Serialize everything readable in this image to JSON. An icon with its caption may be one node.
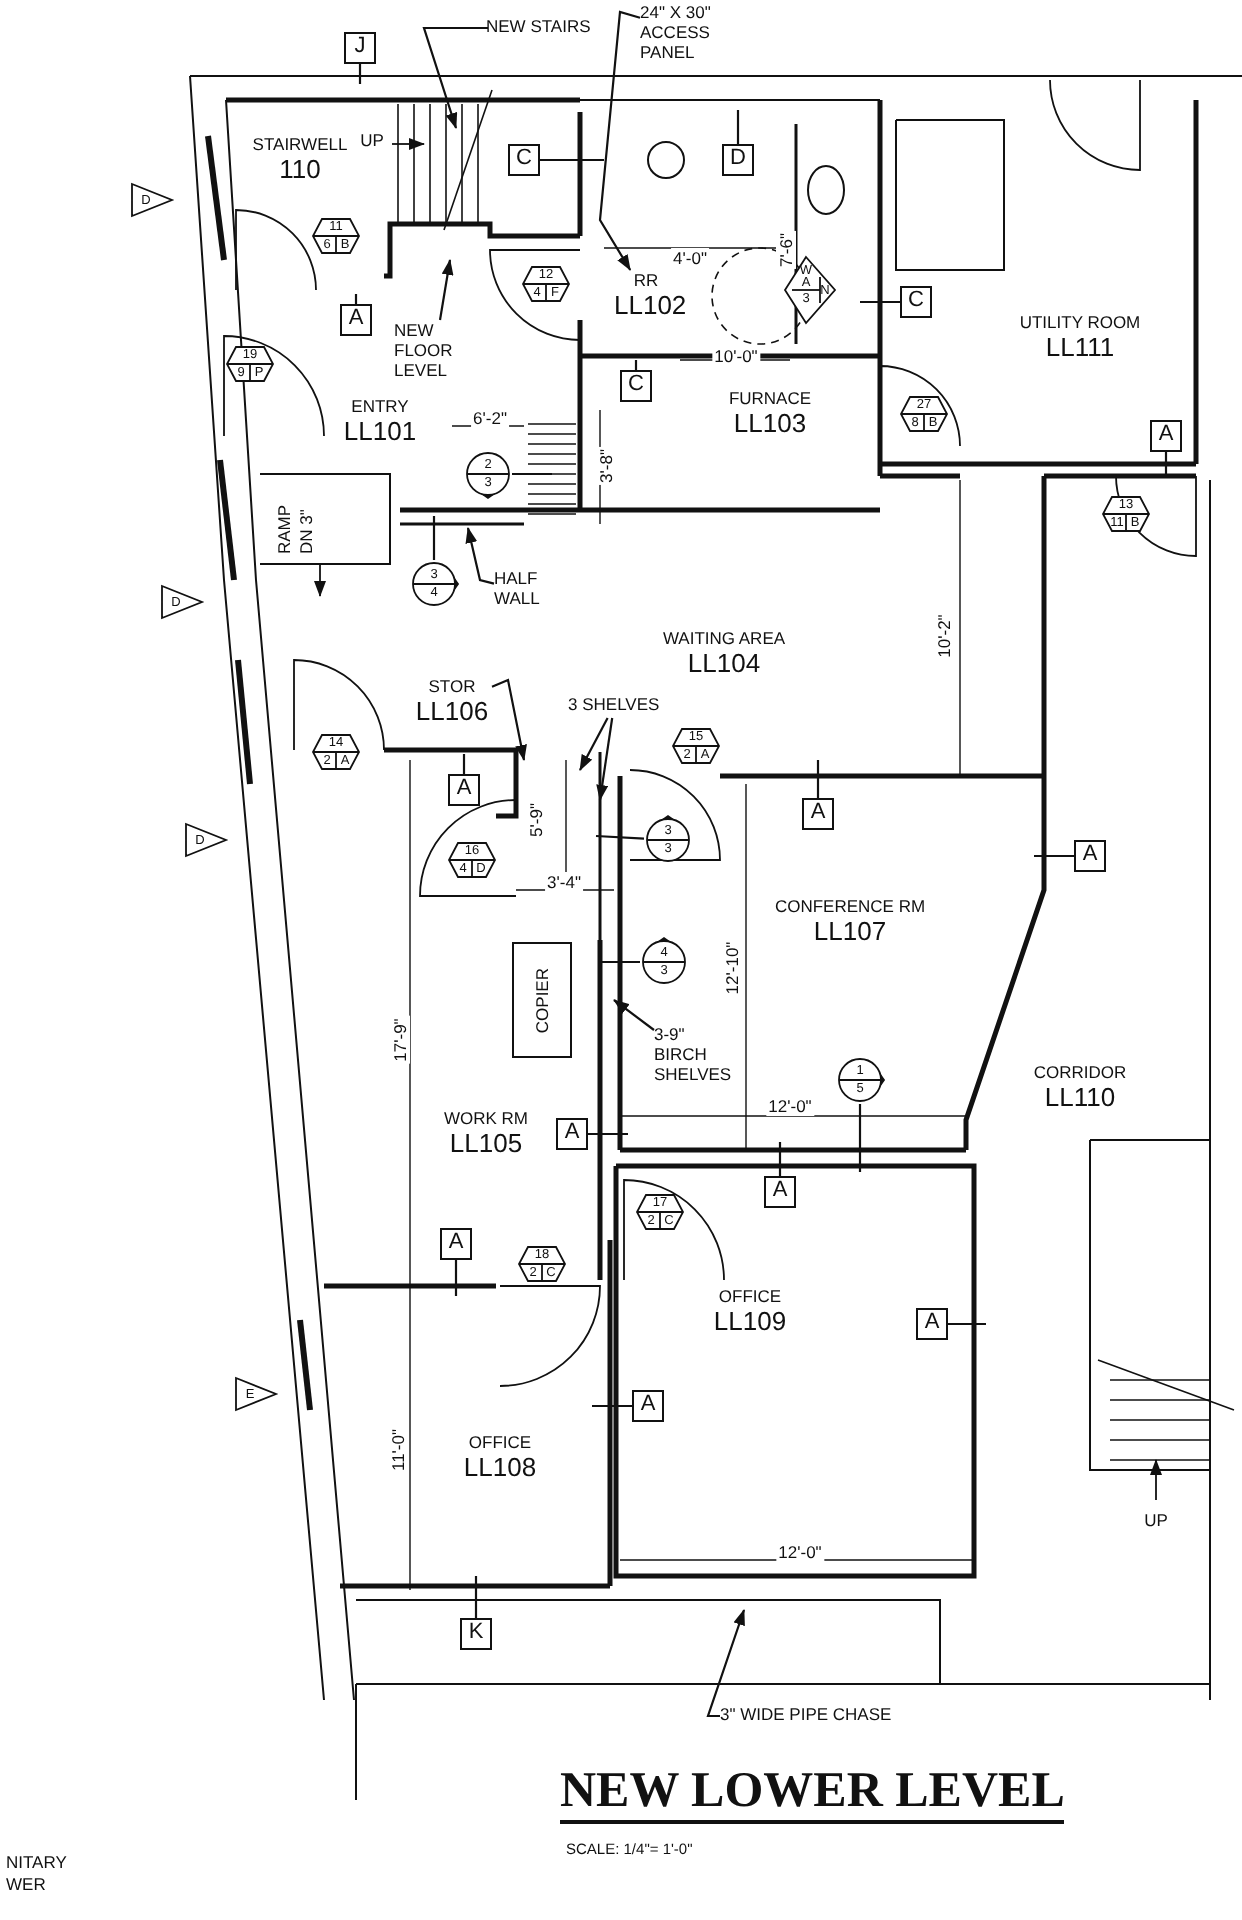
{
  "diagram": {
    "title": "NEW LOWER LEVEL",
    "caption": "SCALE: 1/4\"= 1'-0\"",
    "nodes": [
      {
        "text": [
          "J"
        ]
      },
      {
        "text": [
          "NEW STAIRS"
        ]
      },
      {
        "text": [
          "24\" X 30\" ACCESS PANEL"
        ]
      },
      {
        "text": [
          "STAIRWELL",
          "110"
        ]
      },
      {
        "text": [
          "C"
        ]
      },
      {
        "text": [
          "D"
        ]
      },
      {
        "text": [
          "D"
        ]
      },
      {
        "text": [
          "11",
          "6",
          "B"
        ]
      },
      {
        "text": [
          "A"
        ]
      },
      {
        "text": [
          "12",
          "4",
          "F"
        ]
      },
      {
        "text": [
          "RR",
          "LL102"
        ]
      },
      {
        "text": [
          "W",
          "A",
          "3",
          "N"
        ]
      },
      {
        "text": [
          "C"
        ]
      },
      {
        "text": [
          "UTILITY ROOM",
          "LL111"
        ]
      },
      {
        "text": [
          "NEW FLOOR LEVEL"
        ]
      },
      {
        "text": [
          "19",
          "9",
          "P"
        ]
      },
      {
        "text": [
          "C"
        ]
      },
      {
        "text": [
          "ENTRY",
          "LL101"
        ]
      },
      {
        "text": [
          "FURNACE",
          "LL103"
        ]
      },
      {
        "text": [
          "27",
          "8",
          "B"
        ]
      },
      {
        "text": [
          "A"
        ]
      },
      {
        "text": [
          "13",
          "11",
          "B"
        ]
      },
      {
        "text": [
          "2",
          "3"
        ]
      },
      {
        "text": [
          "3",
          "4"
        ]
      },
      {
        "text": [
          "HALF WALL"
        ]
      },
      {
        "text": [
          "D"
        ]
      },
      {
        "text": [
          "WAITING AREA",
          "LL104"
        ]
      },
      {
        "text": [
          "STOR",
          "LL106"
        ]
      },
      {
        "text": [
          "3 SHELVES"
        ]
      },
      {
        "text": [
          "14",
          "2",
          "A"
        ]
      },
      {
        "text": [
          "15",
          "2",
          "A"
        ]
      },
      {
        "text": [
          "A"
        ]
      },
      {
        "text": [
          "A"
        ]
      },
      {
        "text": [
          "D"
        ]
      },
      {
        "text": [
          "16",
          "4",
          "D"
        ]
      },
      {
        "text": [
          "3",
          "3"
        ]
      },
      {
        "text": [
          "A"
        ]
      },
      {
        "text": [
          "CONFERENCE RM",
          "LL107"
        ]
      },
      {
        "text": [
          "4",
          "3"
        ]
      },
      {
        "text": [
          "COPIER"
        ]
      },
      {
        "text": [
          "3-9\" BIRCH SHELVES"
        ]
      },
      {
        "text": [
          "1",
          "5"
        ]
      },
      {
        "text": [
          "WORK RM",
          "LL105"
        ]
      },
      {
        "text": [
          "A"
        ]
      },
      {
        "text": [
          "CORRIDOR",
          "LL110"
        ]
      },
      {
        "text": [
          "A"
        ]
      },
      {
        "text": [
          "17",
          "2",
          "C"
        ]
      },
      {
        "text": [
          "A"
        ]
      },
      {
        "text": [
          "18",
          "2",
          "C"
        ]
      },
      {
        "text": [
          "OFFICE",
          "LL109"
        ]
      },
      {
        "text": [
          "A"
        ]
      },
      {
        "text": [
          "OFFICE",
          "LL108"
        ]
      },
      {
        "text": [
          "E"
        ]
      },
      {
        "text": [
          "A"
        ]
      },
      {
        "text": [
          "K"
        ]
      },
      {
        "text": [
          "3\" WIDE PIPE CHASE"
        ]
      }
    ],
    "edges": [
      {
        "from": 0,
        "to": null,
        "arrow": "none"
      },
      {
        "from": 1,
        "to": null,
        "arrow": "to"
      },
      {
        "from": 2,
        "to": 10,
        "arrow": "to"
      },
      {
        "from": 4,
        "to": null,
        "arrow": "none"
      },
      {
        "from": 5,
        "to": null,
        "arrow": "none"
      },
      {
        "from": 8,
        "to": null,
        "arrow": "none"
      },
      {
        "from": 12,
        "to": null,
        "arrow": "none"
      },
      {
        "from": 14,
        "to": null,
        "arrow": "to"
      },
      {
        "from": 16,
        "to": null,
        "arrow": "none"
      },
      {
        "from": 20,
        "to": null,
        "arrow": "none"
      },
      {
        "from": 22,
        "to": null,
        "arrow": "none"
      },
      {
        "from": 23,
        "to": null,
        "arrow": "none"
      },
      {
        "from": 24,
        "to": null,
        "arrow": "to"
      },
      {
        "from": 27,
        "to": null,
        "arrow": "to"
      },
      {
        "from": 28,
        "to": null,
        "arrow": "to"
      },
      {
        "from": 28,
        "to": null,
        "arrow": "to"
      },
      {
        "from": 31,
        "to": null,
        "arrow": "none"
      },
      {
        "from": 32,
        "to": null,
        "arrow": "none"
      },
      {
        "from": 35,
        "to": null,
        "arrow": "none"
      },
      {
        "from": 36,
        "to": null,
        "arrow": "none"
      },
      {
        "from": 38,
        "to": null,
        "arrow": "none"
      },
      {
        "from": 40,
        "to": null,
        "arrow": "to"
      },
      {
        "from": 41,
        "to": null,
        "arrow": "none"
      },
      {
        "from": 43,
        "to": null,
        "arrow": "none"
      },
      {
        "from": 45,
        "to": null,
        "arrow": "none"
      },
      {
        "from": 47,
        "to": null,
        "arrow": "none"
      },
      {
        "from": 50,
        "to": null,
        "arrow": "none"
      },
      {
        "from": 53,
        "to": null,
        "arrow": "none"
      },
      {
        "from": 54,
        "to": null,
        "arrow": "none"
      },
      {
        "from": 55,
        "to": null,
        "arrow": "to"
      }
    ],
    "labels": [
      "UP",
      "4'-0\"",
      "7'-6\"",
      "10'-0\"",
      "6'-2\"",
      "3'-8\"",
      "RAMP DN 3\"",
      "10'-2\"",
      "5'-9\"",
      "3'-4\"",
      "12'-10\"",
      "17'-9\"",
      "12'-0\"",
      "UP",
      "11'-0\"",
      "12'-0\"",
      "NITARY WER"
    ]
  }
}
